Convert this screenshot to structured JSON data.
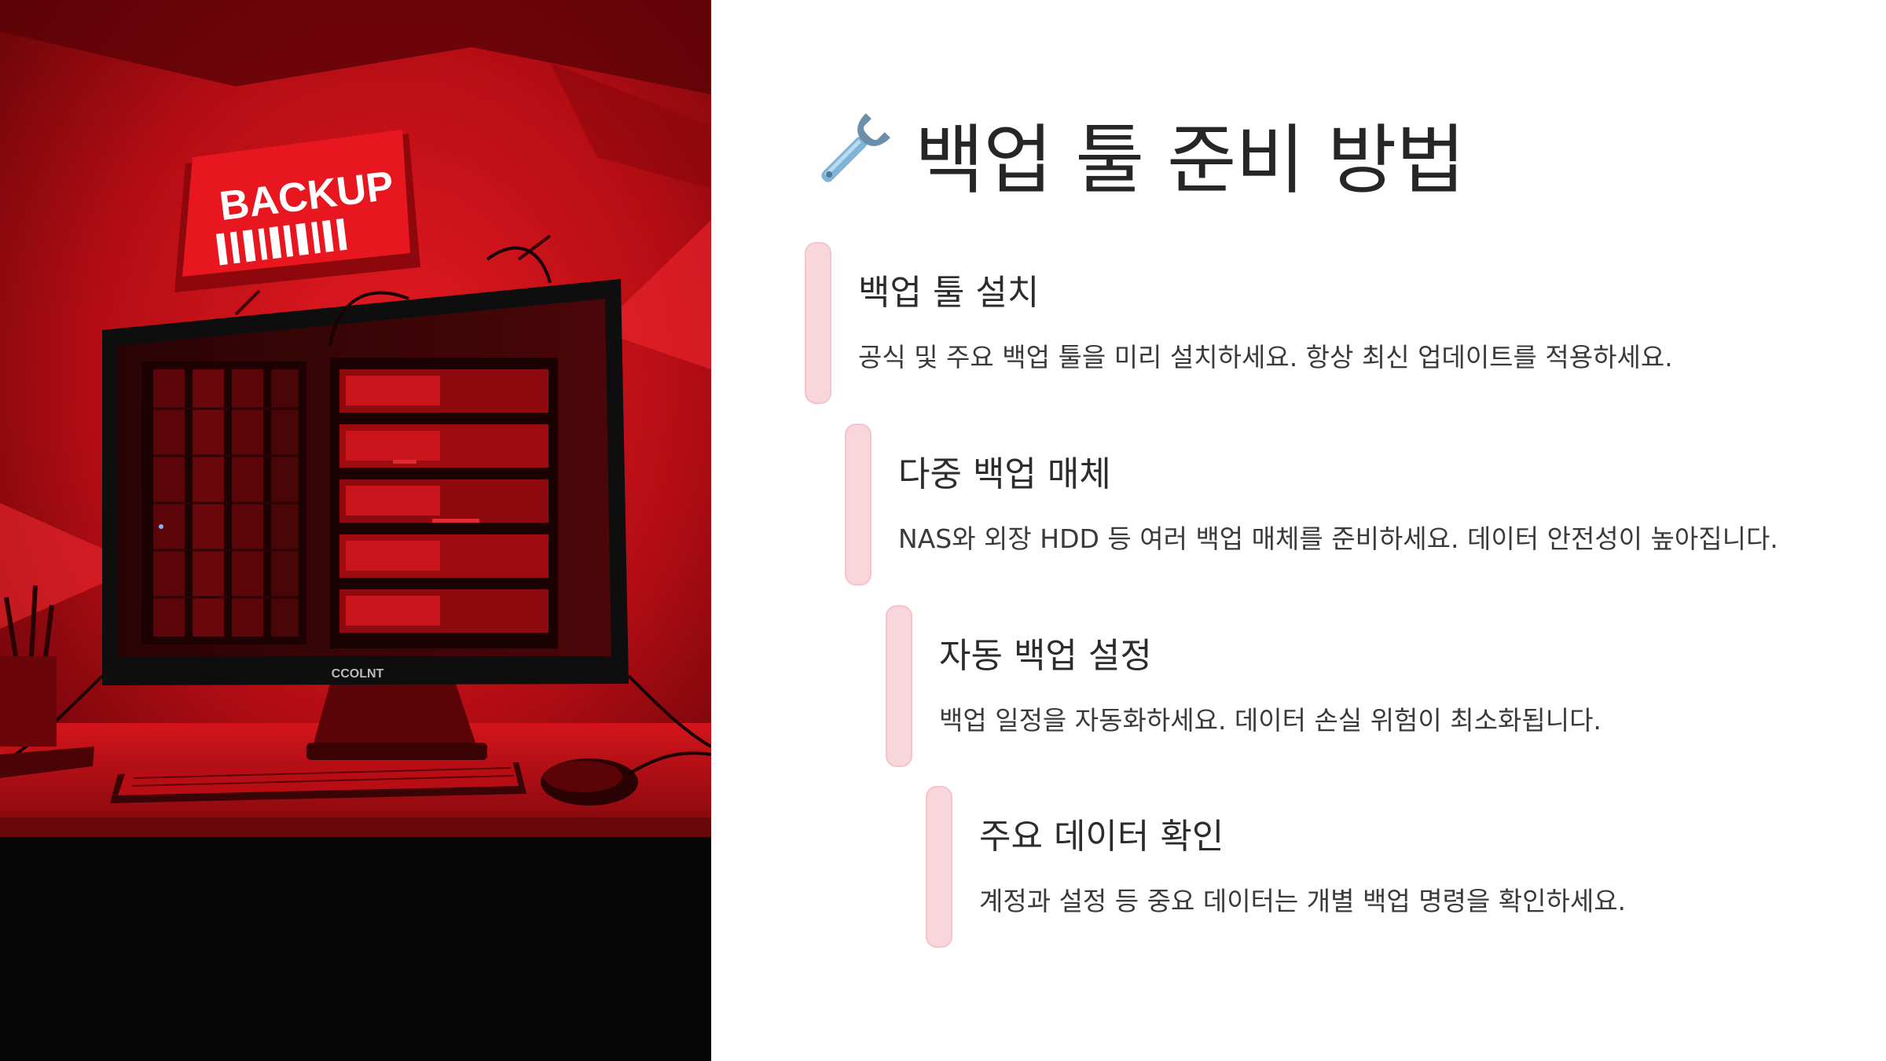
{
  "illustration": {
    "sign_text": "BACKUP",
    "monitor_brand": "CCOLNT",
    "colors": {
      "red": "#d9141e",
      "dark_red": "#7a0a0e",
      "black": "#0b0b0b"
    }
  },
  "header": {
    "icon": "wrench-icon",
    "title": "백업 툴 준비 방법"
  },
  "steps": [
    {
      "title": "백업 툴 설치",
      "description": "공식 및 주요 백업 툴을 미리 설치하세요. 항상 최신 업데이트를 적용하세요."
    },
    {
      "title": "다중 백업 매체",
      "description": "NAS와 외장 HDD 등 여러 백업 매체를 준비하세요. 데이터 안전성이 높아집니다."
    },
    {
      "title": "자동 백업 설정",
      "description": "백업 일정을 자동화하세요. 데이터 손실 위험이 최소화됩니다."
    },
    {
      "title": "주요 데이터 확인",
      "description": "계정과 설정 등 중요 데이터는 개별 백업 명령을 확인하세요."
    }
  ],
  "colors": {
    "accent_bar": "#f8d6dc",
    "text": "#262626"
  }
}
